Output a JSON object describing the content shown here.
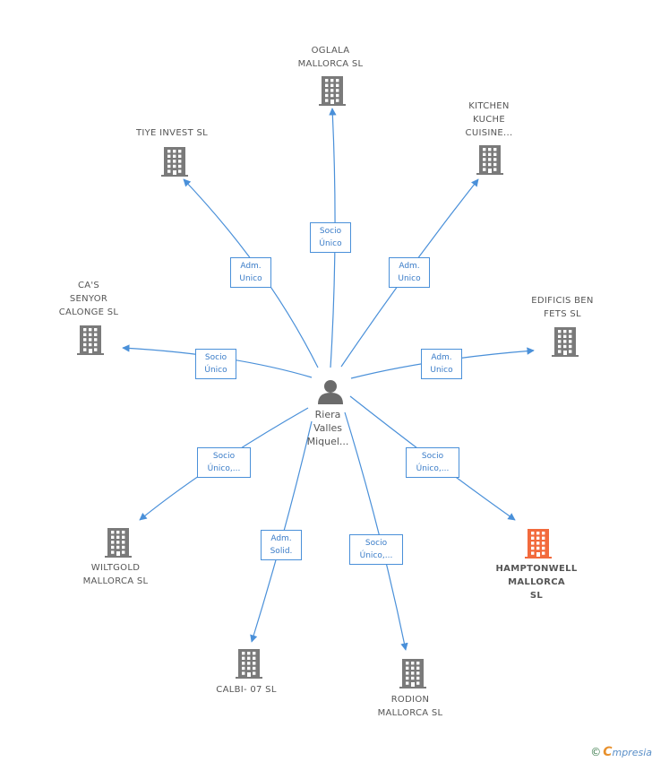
{
  "center": {
    "name_lines": [
      "Riera",
      "Valles",
      "Miquel..."
    ],
    "icon": "person-icon"
  },
  "colors": {
    "edge": "#4a90d9",
    "building": "#7a7a7a",
    "highlight": "#f26a3d"
  },
  "companies": [
    {
      "id": "oglala",
      "lines": [
        "OGLALA",
        "MALLORCA  SL"
      ],
      "highlight": false,
      "edge_lines": [
        "Socio",
        "Único"
      ]
    },
    {
      "id": "kitchen",
      "lines": [
        "KITCHEN",
        "KUCHE",
        "CUISINE..."
      ],
      "highlight": false,
      "edge_lines": [
        "Adm.",
        "Unico"
      ]
    },
    {
      "id": "edificis",
      "lines": [
        "EDIFICIS BEN",
        "FETS SL"
      ],
      "highlight": false,
      "edge_lines": [
        "Adm.",
        "Unico"
      ]
    },
    {
      "id": "hamptonwell",
      "lines": [
        "HAMPTONWELL",
        "MALLORCA",
        "SL"
      ],
      "highlight": true,
      "edge_lines": [
        "Socio",
        "Único,..."
      ]
    },
    {
      "id": "rodion",
      "lines": [
        "RODION",
        "MALLORCA  SL"
      ],
      "highlight": false,
      "edge_lines": [
        "Socio",
        "Único,..."
      ]
    },
    {
      "id": "calbi",
      "lines": [
        "CALBI- 07 SL"
      ],
      "highlight": false,
      "edge_lines": [
        "Adm.",
        "Solid."
      ]
    },
    {
      "id": "wiltgold",
      "lines": [
        "WILTGOLD",
        "MALLORCA  SL"
      ],
      "highlight": false,
      "edge_lines": [
        "Socio",
        "Único,..."
      ]
    },
    {
      "id": "casenyor",
      "lines": [
        "CA'S",
        "SENYOR",
        "CALONGE  SL"
      ],
      "highlight": false,
      "edge_lines": [
        "Socio",
        "Único"
      ]
    },
    {
      "id": "tiye",
      "lines": [
        "TIYE INVEST SL"
      ],
      "highlight": false,
      "edge_lines": [
        "Adm.",
        "Unico"
      ]
    }
  ],
  "footer": {
    "copyright": "©",
    "brand_initial": "C",
    "brand_rest": "mpresia"
  }
}
